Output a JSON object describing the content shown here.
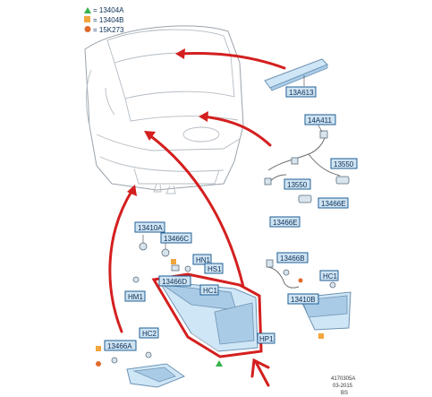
{
  "legend": [
    {
      "symbol": "triangle",
      "color": "#36b24a",
      "text": "= 13404A"
    },
    {
      "symbol": "square",
      "color": "#f2a53a",
      "text": "= 13404B"
    },
    {
      "symbol": "circle",
      "color": "#e06a2a",
      "text": "= 15K273"
    }
  ],
  "labels": {
    "13A613": "13A613",
    "14A411": "14A411",
    "13550_top": "13550",
    "13550_mid": "13550",
    "13466E_right": "13466E",
    "13466E_left": "13466E",
    "13410A": "13410A",
    "13466C": "13466C",
    "HN1": "HN1",
    "HS1": "HS1",
    "13466D": "13466D",
    "HC1_mid": "HC1",
    "HM1": "HM1",
    "HC2": "HC2",
    "HP1": "HP1",
    "13466A": "13466A",
    "13466B": "13466B",
    "HC1_right": "HC1",
    "13410B": "13410B"
  },
  "doc_id": "4170305A",
  "doc_date": "03-2015",
  "doc_code": "BS"
}
